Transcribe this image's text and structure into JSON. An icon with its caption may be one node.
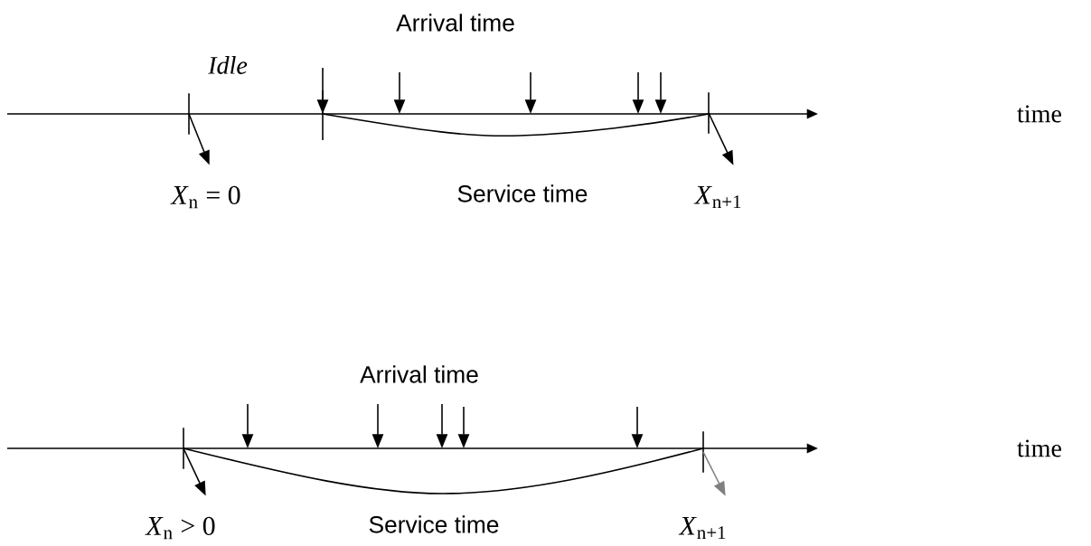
{
  "diagram": {
    "nodes": [
      {
        "text": [],
        "shape": "bar"
      },
      {
        "text": [],
        "shape": "bar"
      },
      {
        "text": [
          "*X*$_{n}$ = 0"
        ]
      },
      {
        "text": [
          "*X*$_{n+1}$"
        ]
      },
      {
        "text": [],
        "shape": "bar"
      },
      {
        "text": [],
        "shape": "bar"
      },
      {
        "text": [
          "*X*$_{n}$ > 0"
        ]
      },
      {
        "text": [
          "*X*$_{n+1}$"
        ]
      }
    ],
    "edges": [
      {
        "from": 0,
        "to": 2,
        "arrow": "to"
      },
      {
        "from": 1,
        "to": 3,
        "arrow": "to"
      },
      {
        "from": 4,
        "to": 6,
        "arrow": "to"
      },
      {
        "from": 5,
        "to": 7,
        "arrow": "to",
        "color": "#808080"
      }
    ],
    "labels": [
      "Arrival time",
      "Idle",
      "time",
      "Service time",
      "Arrival time",
      "time",
      "Service time"
    ]
  }
}
